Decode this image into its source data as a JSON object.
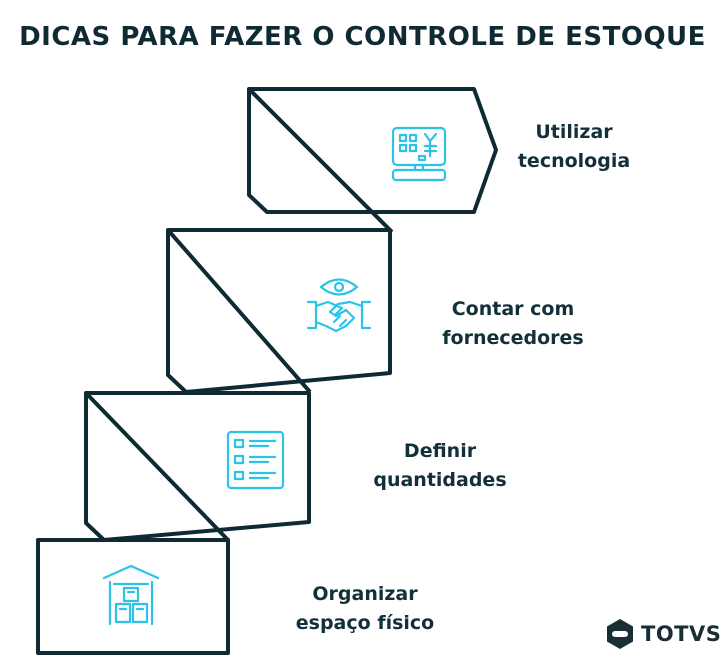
{
  "title": "DICAS PARA FAZER O CONTROLE DE ESTOQUE",
  "steps": [
    {
      "line1": "Utilizar",
      "line2": "tecnologia",
      "icon": "computer-terminal-icon"
    },
    {
      "line1": "Contar com",
      "line2": "fornecedores",
      "icon": "handshake-eye-icon"
    },
    {
      "line1": "Definir",
      "line2": "quantidades",
      "icon": "checklist-icon"
    },
    {
      "line1": "Organizar",
      "line2": "espaço físico",
      "icon": "warehouse-boxes-icon"
    }
  ],
  "logo": {
    "text": "TOTVS"
  },
  "colors": {
    "outline": "#0f2a33",
    "icon": "#2bc3e6",
    "text": "#13303a"
  }
}
